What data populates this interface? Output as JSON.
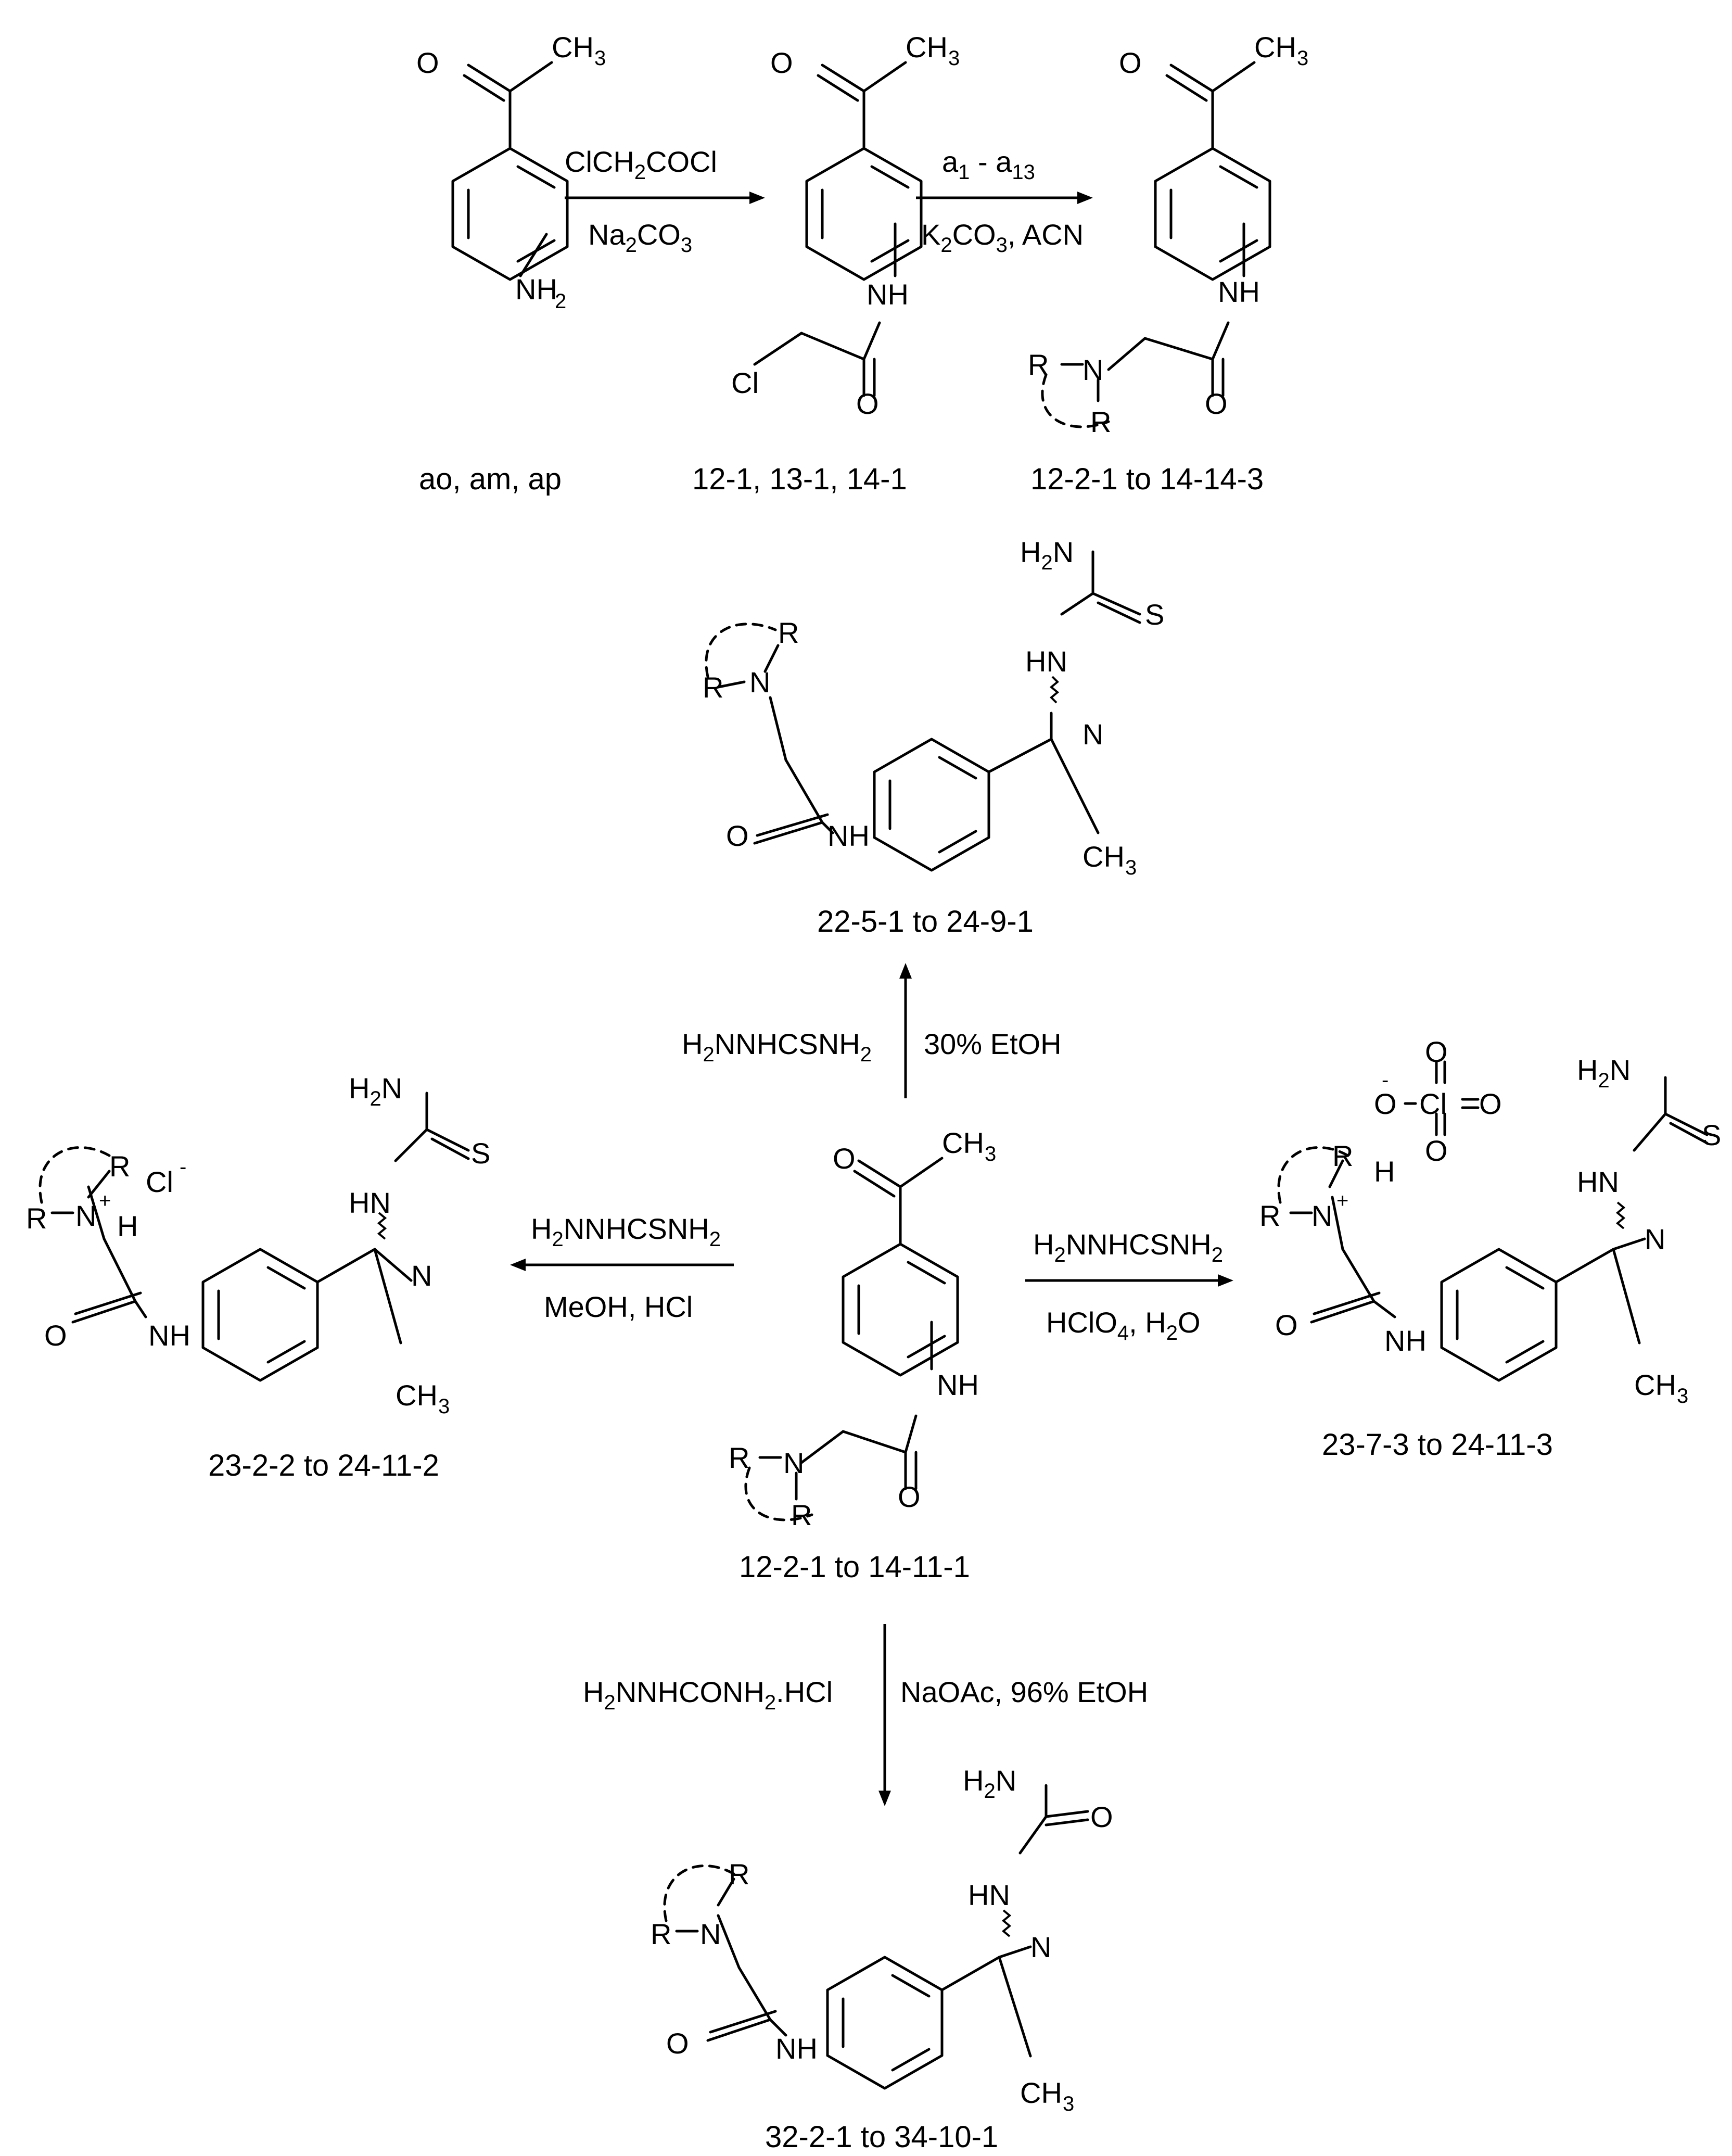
{
  "compounds": {
    "start": "ao, am, ap",
    "chloro": "12-1, 13-1, 14-1",
    "amines": "12-2-1 to 14-14-3",
    "thio": "22-5-1 to 24-9-1",
    "center": "12-2-1 to 14-11-1",
    "hcl_salt": "23-2-2 to 24-11-2",
    "perchlorate": "23-7-3 to 24-11-3",
    "semicarb": "32-2-1 to 34-10-1"
  },
  "reagents": {
    "step1_top": "ClCH",
    "step1_top_sub": "2",
    "step1_top_tail": "COCl",
    "step1_bottom": "Na",
    "step1_bottom_sub": "2",
    "step1_bottom_tail": "CO",
    "step1_bottom_sub2": "3",
    "step2_top": "a",
    "step2_top_sub": "1",
    "step2_top_mid": " - a",
    "step2_top_sub2": "13",
    "step2_bottom": "K",
    "step2_bottom_sub": "2",
    "step2_bottom_mid": "CO",
    "step2_bottom_sub2": "3",
    "step2_bottom_tail": ", ACN",
    "up_left": "H",
    "up_left_sub": "2",
    "up_left_tail": "NNHCSNH",
    "up_left_sub2": "2",
    "up_right": "30% EtOH",
    "left_top": "H",
    "left_top_sub": "2",
    "left_top_tail": "NNHCSNH",
    "left_top_sub2": "2",
    "left_bottom": "MeOH, HCl",
    "right_top": "H",
    "right_top_sub": "2",
    "right_top_tail": "NNHCSNH",
    "right_top_sub2": "2",
    "right_bottom": "HClO",
    "right_bottom_sub": "4",
    "right_bottom_tail": ", H",
    "right_bottom_sub2": "2",
    "right_bottom_tail2": "O",
    "down_left": "H",
    "down_left_sub": "2",
    "down_left_mid": "NNHCONH",
    "down_left_sub2": "2",
    "down_left_tail": ".HCl",
    "down_right": "NaOAc, 96% EtOH"
  },
  "atoms": {
    "O": "O",
    "CH": "CH",
    "three": "3",
    "NH": "NH",
    "H": "H",
    "two": "2",
    "N": "N",
    "R": "R",
    "Cl": "Cl",
    "S": "S",
    "HN": "HN",
    "H2N_H": "H",
    "H2N_N": "N",
    "NH2_N": "NH",
    "plus": "+",
    "minus": "-",
    "Cl_minus": "Cl"
  }
}
